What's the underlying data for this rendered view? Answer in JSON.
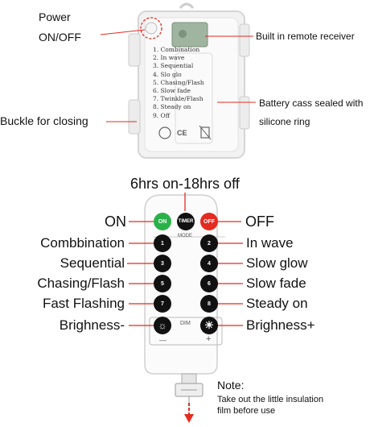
{
  "top": {
    "power_label_1": "Power",
    "power_label_2": "ON/OFF",
    "remote_receiver": "Built in remote receiver",
    "buckle": "Buckle for closing",
    "battery_1": "Battery cass sealed with",
    "battery_2": "silicone ring",
    "modes": [
      "1. Combination",
      "2. In wave",
      "3. Sequential",
      "4. Slo glo",
      "5. Chasing/Flash",
      "6. Slow fade",
      "7. Twinkle/Flash",
      "8. Steady on",
      "9. Off"
    ],
    "ce_mark": "CE"
  },
  "remote": {
    "timer_caption": "6hrs on-18hrs off",
    "on_label": "ON",
    "off_label": "OFF",
    "left_labels": [
      "Combbination",
      "Sequential",
      "Chasing/Flash",
      "Fast Flashing",
      "Brighness-"
    ],
    "right_labels": [
      "In wave",
      "Slow glow",
      "Slow fade",
      "Steady on",
      "Brighness+"
    ],
    "btn_on": "ON",
    "btn_timer": "TIMER",
    "btn_off": "OFF",
    "mode_text": "MODE",
    "dim_text": "DIM",
    "minus_text": "—",
    "plus_text": "+",
    "num_buttons": [
      "1",
      "2",
      "3",
      "4",
      "5",
      "6",
      "7",
      "8"
    ],
    "note_title": "Note:",
    "note_1": "Take out the little insulation",
    "note_2": "film before use"
  },
  "colors": {
    "on_green": "#2bb14a",
    "off_red": "#e32b1f",
    "arrow_red": "#e32b1f"
  }
}
